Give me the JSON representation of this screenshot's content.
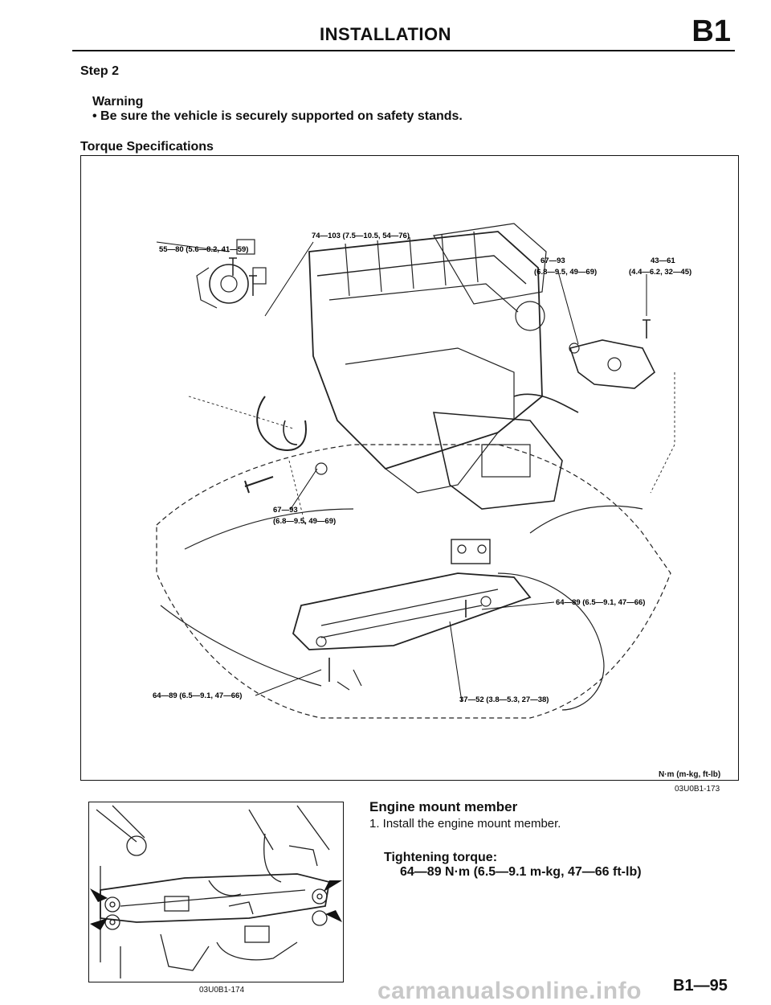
{
  "header": {
    "title": "INSTALLATION",
    "section_code": "B1"
  },
  "step": "Step 2",
  "warning": {
    "heading": "Warning",
    "bullet": "• Be sure the vehicle is securely supported on safety stands."
  },
  "torque_heading": "Torque Specifications",
  "diagram": {
    "labels": {
      "l1": "55—80 (5.6—8.2, 41—59)",
      "l2": "74—103 (7.5—10.5, 54—76)",
      "l3a": "67—93",
      "l3b": "(6.8—9.5, 49—69)",
      "l4a": "43—61",
      "l4b": "(4.4—6.2, 32—45)",
      "l5a": "67—93",
      "l5b": "(6.8—9.5, 49—69)",
      "l6": "64—89 (6.5—9.1, 47—66)",
      "l7": "64—89 (6.5—9.1, 47—66)",
      "l8": "37—52 (3.8—5.3, 27—38)"
    },
    "units": "N·m (m-kg, ft-lb)",
    "figure_code": "03U0B1-173"
  },
  "section": {
    "title": "Engine mount member",
    "step1": "1. Install the engine mount member.",
    "tightening_heading": "Tightening torque:",
    "tightening_value": "64—89 N·m (6.5—9.1 m-kg, 47—66 ft-lb)"
  },
  "small_figure_code": "03U0B1-174",
  "page_number": "B1—95",
  "watermark": "carmanualsonline.info"
}
